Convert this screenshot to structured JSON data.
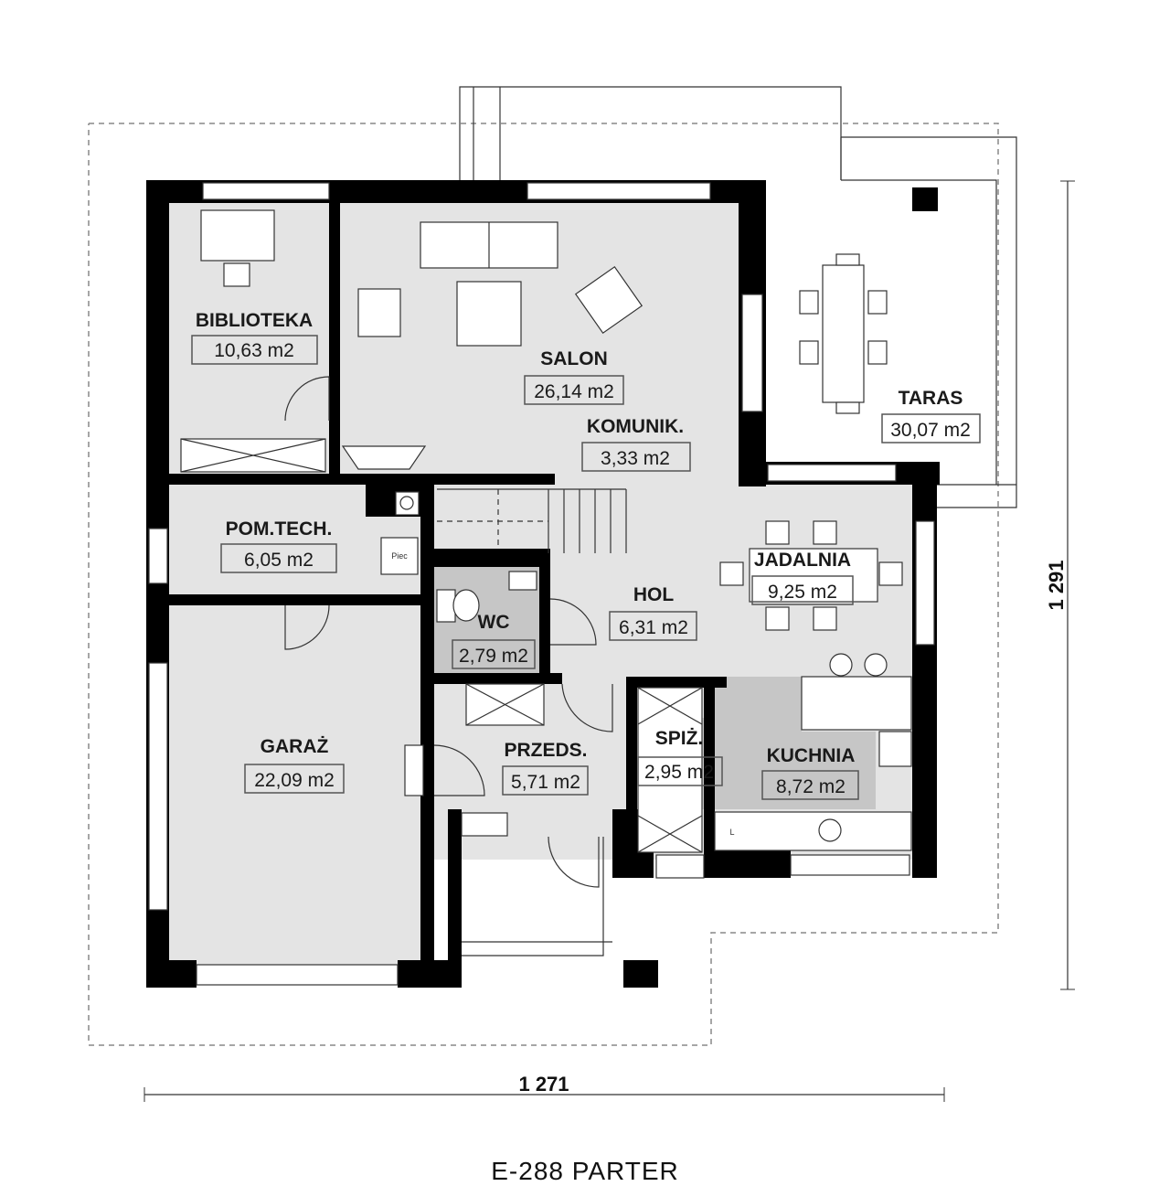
{
  "plan": {
    "title": "E-288 PARTER",
    "dimension_width": "1 271",
    "dimension_height": "1 291",
    "colors": {
      "floor": "#e4e4e4",
      "wet_room": "#c6c6c6",
      "wall": "#000000"
    },
    "rooms": [
      {
        "id": "biblioteka",
        "name": "BIBLIOTEKA",
        "area": "10,63 m2"
      },
      {
        "id": "salon",
        "name": "SALON",
        "area": "26,14 m2"
      },
      {
        "id": "komunik",
        "name": "KOMUNIK.",
        "area": "3,33 m2"
      },
      {
        "id": "taras",
        "name": "TARAS",
        "area": "30,07 m2"
      },
      {
        "id": "pomtech",
        "name": "POM.TECH.",
        "area": "6,05 m2"
      },
      {
        "id": "jadalnia",
        "name": "JADALNIA",
        "area": "9,25 m2"
      },
      {
        "id": "hol",
        "name": "HOL",
        "area": "6,31 m2"
      },
      {
        "id": "wc",
        "name": "WC",
        "area": "2,79 m2"
      },
      {
        "id": "garaz",
        "name": "GARAŻ",
        "area": "22,09 m2"
      },
      {
        "id": "przeds",
        "name": "PRZEDS.",
        "area": "5,71 m2"
      },
      {
        "id": "spiz",
        "name": "SPIŻ.",
        "area": "2,95 m2"
      },
      {
        "id": "kuchnia",
        "name": "KUCHNIA",
        "area": "8,72 m2"
      }
    ],
    "furnace_label": "Piec",
    "sink_label": "L"
  }
}
